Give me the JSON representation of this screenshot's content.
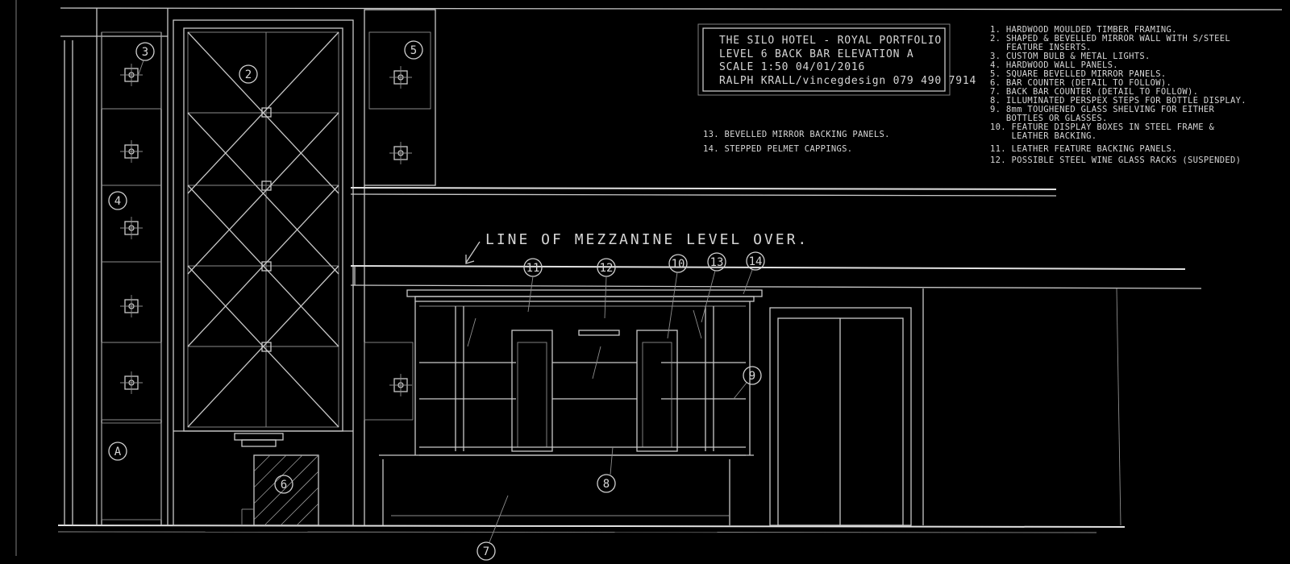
{
  "title_block": {
    "line1": "THE SILO HOTEL - ROYAL PORTFOLIO",
    "line2": "LEVEL 6 BACK BAR ELEVATION A",
    "line3": "SCALE 1:50    04/01/2016",
    "line4": "RALPH KRALL/vincegdesign  079 490 7914"
  },
  "notes_right": [
    "1. HARDWOOD MOULDED TIMBER FRAMING.",
    "2. SHAPED & BEVELLED MIRROR WALL WITH S/STEEL",
    "   FEATURE INSERTS.",
    "3. CUSTOM BULB & METAL LIGHTS.",
    "4. HARDWOOD WALL PANELS.",
    "5. SQUARE BEVELLED MIRROR PANELS.",
    "6. BAR COUNTER (DETAIL TO FOLLOW).",
    "7. BACK BAR COUNTER (DETAIL TO FOLLOW).",
    "8. ILLUMINATED PERSPEX STEPS FOR BOTTLE DISPLAY.",
    "9. 8mm TOUGHENED GLASS SHELVING FOR EITHER",
    "   BOTTLES OR GLASSES.",
    "10. FEATURE DISPLAY BOXES IN STEEL FRAME &",
    "    LEATHER BACKING.",
    "11. LEATHER FEATURE BACKING PANELS.",
    "12. POSSIBLE STEEL WINE GLASS RACKS (SUSPENDED)"
  ],
  "notes_mid": [
    "13. BEVELLED MIRROR BACKING PANELS.",
    "14. STEPPED PELMET CAPPINGS."
  ],
  "mezzanine_label": "LINE OF MEZZANINE LEVEL OVER.",
  "tags": {
    "t1": "3",
    "t2": "2",
    "t3": "5",
    "t4": "4",
    "t5": "A",
    "t6": "6",
    "t7": "11",
    "t8": "12",
    "t9": "10",
    "t10": "13",
    "t11": "14",
    "t12": "9",
    "t13": "8",
    "t14": "7"
  }
}
